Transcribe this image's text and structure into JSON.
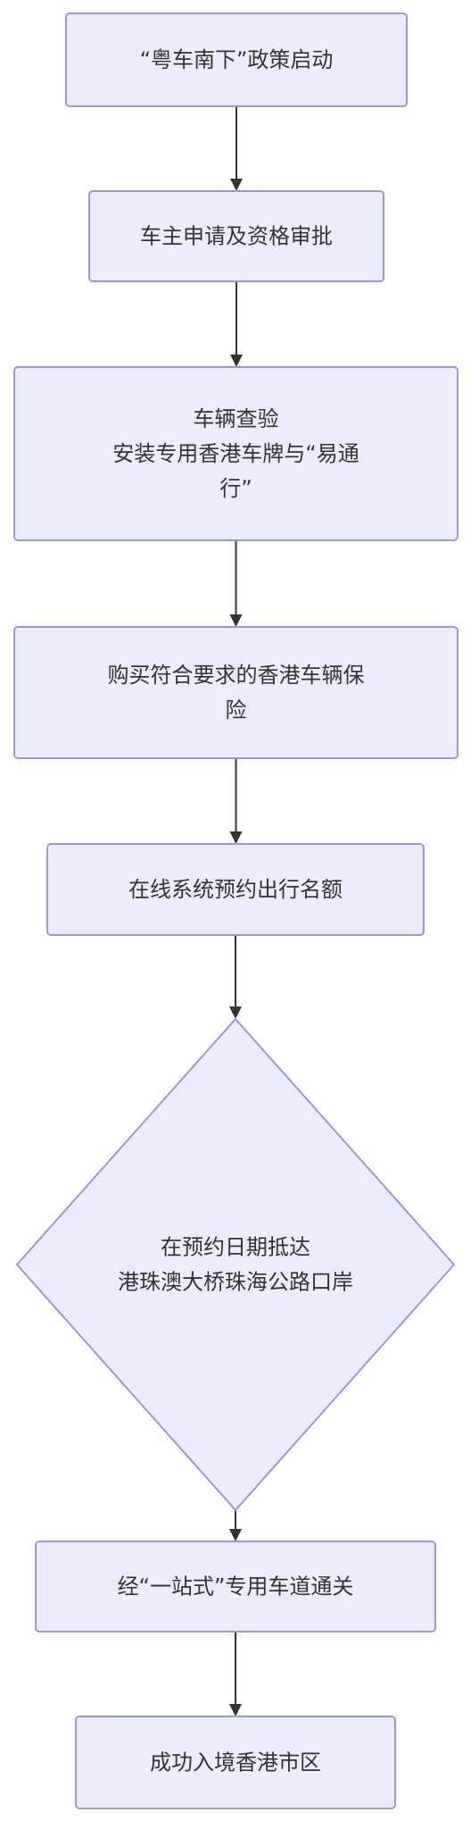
{
  "diagram": {
    "type": "flowchart",
    "nodes": [
      {
        "id": "policy-launch",
        "shape": "rect",
        "lines": [
          "“粤车南下”政策启动"
        ]
      },
      {
        "id": "owner-application",
        "shape": "rect",
        "lines": [
          "车主申请及资格审批"
        ]
      },
      {
        "id": "vehicle-inspection",
        "shape": "rect",
        "lines": [
          "车辆查验",
          "安装专用香港车牌与“易通",
          "行”"
        ]
      },
      {
        "id": "buy-insurance",
        "shape": "rect",
        "lines": [
          "购买符合要求的香港车辆保",
          "险"
        ]
      },
      {
        "id": "online-booking",
        "shape": "rect",
        "lines": [
          "在线系统预约出行名额"
        ]
      },
      {
        "id": "arrive-port",
        "shape": "diamond",
        "lines": [
          "在预约日期抵达",
          "港珠澳大桥珠海公路口岸"
        ]
      },
      {
        "id": "one-stop-clearance",
        "shape": "rect",
        "lines": [
          "经“一站式”专用车道通关"
        ]
      },
      {
        "id": "enter-hongkong",
        "shape": "rect",
        "lines": [
          "成功入境香港市区"
        ]
      }
    ],
    "edges": [
      {
        "from": "policy-launch",
        "to": "owner-application"
      },
      {
        "from": "owner-application",
        "to": "vehicle-inspection"
      },
      {
        "from": "vehicle-inspection",
        "to": "buy-insurance"
      },
      {
        "from": "buy-insurance",
        "to": "online-booking"
      },
      {
        "from": "online-booking",
        "to": "arrive-port"
      },
      {
        "from": "arrive-port",
        "to": "one-stop-clearance"
      },
      {
        "from": "one-stop-clearance",
        "to": "enter-hongkong"
      }
    ],
    "colors": {
      "node_fill": "#ececfe",
      "node_border": "#9b96d6",
      "edge": "#333333",
      "text": "#333333"
    }
  }
}
